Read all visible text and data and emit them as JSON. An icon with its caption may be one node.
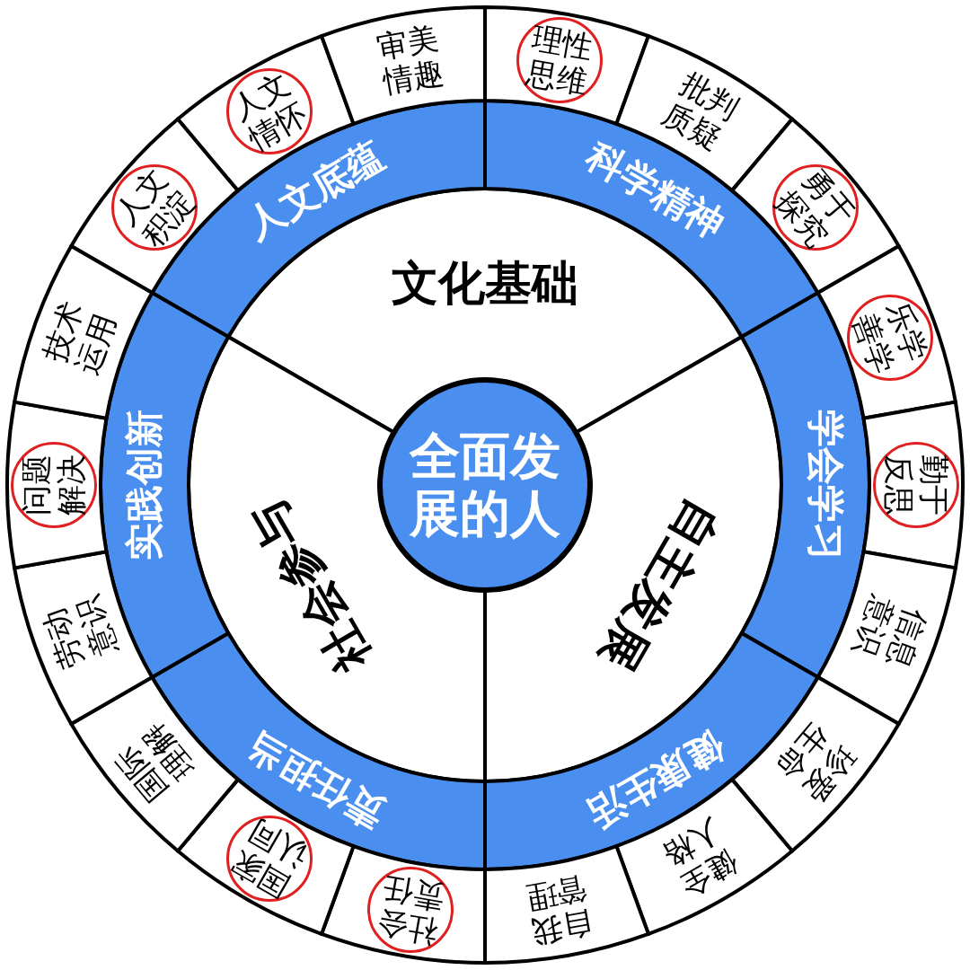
{
  "diagram": {
    "nodes": [
      {
        "text": [
          "全面发展的人"
        ]
      },
      {
        "text": [
          "文化基础"
        ]
      },
      {
        "text": [
          "自主发展"
        ]
      },
      {
        "text": [
          "社会参与"
        ]
      },
      {
        "text": [
          "人文底蕴"
        ]
      },
      {
        "text": [
          "科学精神"
        ]
      },
      {
        "text": [
          "学会学习"
        ]
      },
      {
        "text": [
          "健康生活"
        ]
      },
      {
        "text": [
          "责任担当"
        ]
      },
      {
        "text": [
          "实践创新"
        ]
      },
      {
        "text": [
          "人文积淀"
        ]
      },
      {
        "text": [
          "人文情怀"
        ]
      },
      {
        "text": [
          "审美情趣"
        ]
      },
      {
        "text": [
          "理性思维"
        ]
      },
      {
        "text": [
          "批判质疑"
        ]
      },
      {
        "text": [
          "勇于探究"
        ]
      },
      {
        "text": [
          "乐学善学"
        ]
      },
      {
        "text": [
          "勤于反思"
        ]
      },
      {
        "text": [
          "信息意识"
        ]
      },
      {
        "text": [
          "珍爱生命"
        ]
      },
      {
        "text": [
          "健全人格"
        ]
      },
      {
        "text": [
          "自我管理"
        ]
      },
      {
        "text": [
          "社会责任"
        ]
      },
      {
        "text": [
          "国家认同"
        ]
      },
      {
        "text": [
          "国际理解"
        ]
      },
      {
        "text": [
          "劳动意识"
        ]
      },
      {
        "text": [
          "问题解决"
        ]
      },
      {
        "text": [
          "技术运用"
        ]
      }
    ]
  }
}
